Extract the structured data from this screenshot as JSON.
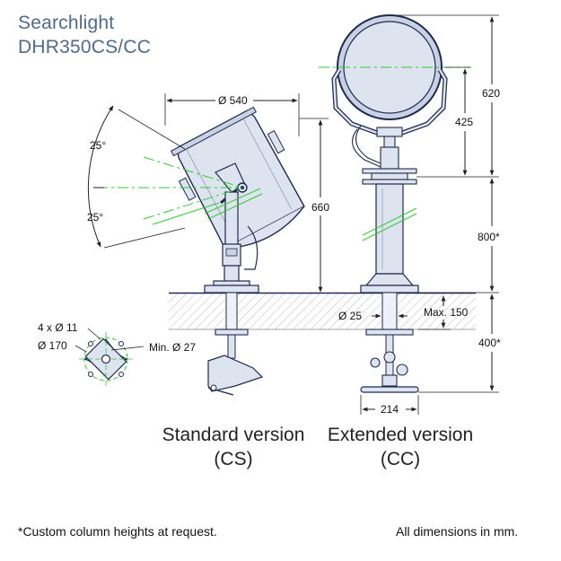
{
  "title": {
    "line1": "Searchlight",
    "line2": "DHR350CS/CC"
  },
  "captions": {
    "standard_line1": "Standard version",
    "standard_line2": "(CS)",
    "extended_line1": "Extended version",
    "extended_line2": "(CC)"
  },
  "dimensions": {
    "diameter_top": "Ø 540",
    "angle_up": "25°",
    "angle_down": "25°",
    "height_cs": "660",
    "height_head": "620",
    "height_pivot": "425",
    "column": "800*",
    "pipe_diameter": "Ø 25",
    "max_thickness": "Max. 150",
    "below_deck": "400*",
    "base_width": "214",
    "bolts": "4 x Ø 11",
    "bolt_circle": "Ø 170",
    "min_hole": "Min. Ø 27"
  },
  "footer": {
    "note": "*Custom column heights at request.",
    "units": "All dimensions in mm."
  },
  "colors": {
    "title": "#4f6a8e",
    "outline": "#1f2a4e",
    "fill": "#dde3ef",
    "lamp_glass": "#c9d2e4",
    "beam": "#2ecc2e",
    "deck_hatch": "#b8b8b8",
    "dimension": "#222222"
  }
}
